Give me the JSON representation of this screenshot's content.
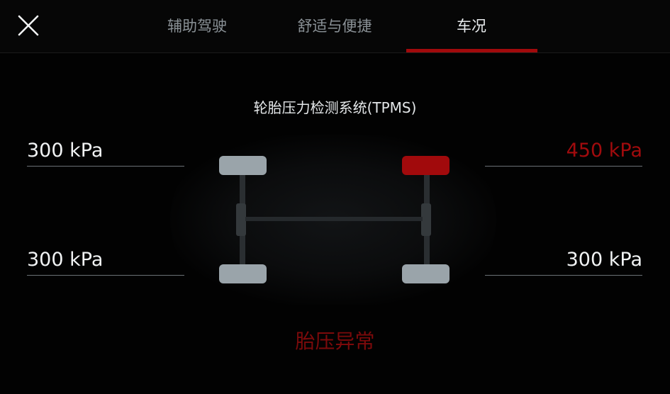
{
  "header": {
    "tabs": [
      {
        "label": "辅助驾驶",
        "active": false
      },
      {
        "label": "舒适与便捷",
        "active": false
      },
      {
        "label": "车况",
        "active": true
      }
    ],
    "close_icon": "close-icon"
  },
  "tpms": {
    "title": "轮胎压力检测系统(TPMS)",
    "front_left": "300 kPa",
    "front_right": "450 kPa",
    "rear_left": "300 kPa",
    "rear_right": "300 kPa",
    "status": "胎压异常",
    "alert_tire": "front_right"
  },
  "colors": {
    "background": "#020202",
    "alert": "#a10a0c",
    "tire_normal": "#9aa4aa",
    "tab_active": "#e9ecee",
    "tab_inactive": "#8a9196"
  }
}
